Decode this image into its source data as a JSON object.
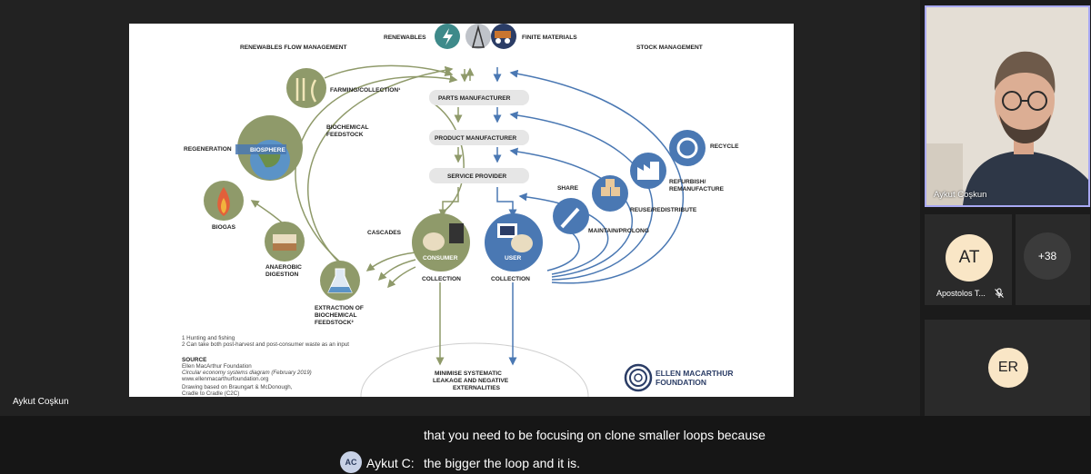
{
  "slide": {
    "top_renewables": "RENEWABLES",
    "top_finite": "FINITE MATERIALS",
    "renewables_flow": "RENEWABLES FLOW MANAGEMENT",
    "stock_management": "STOCK MANAGEMENT",
    "parts_manufacturer": "PARTS MANUFACTURER",
    "product_manufacturer": "PRODUCT MANUFACTURER",
    "service_provider": "SERVICE PROVIDER",
    "farming": "FARMING/COLLECTION¹",
    "biochemical_feedstock_1": "BIOCHEMICAL",
    "biochemical_feedstock_2": "FEEDSTOCK",
    "regeneration": "REGENERATION",
    "biosphere": "BIOSPHERE",
    "biogas": "BIOGAS",
    "anaerobic_1": "ANAEROBIC",
    "anaerobic_2": "DIGESTION",
    "cascades": "CASCADES",
    "consumer": "CONSUMER",
    "user": "USER",
    "collection_left": "COLLECTION",
    "collection_right": "COLLECTION",
    "extraction_1": "EXTRACTION OF",
    "extraction_2": "BIOCHEMICAL",
    "extraction_3": "FEEDSTOCK²",
    "share": "SHARE",
    "maintain": "MAINTAIN/PROLONG",
    "reuse": "REUSE/REDISTRIBUTE",
    "refurbish_1": "REFURBISH/",
    "refurbish_2": "REMANUFACTURE",
    "recycle": "RECYCLE",
    "minimise_1": "MINIMISE SYSTEMATIC",
    "minimise_2": "LEAKAGE AND NEGATIVE",
    "minimise_3": "EXTERNALITIES",
    "footnote_1": "1 Hunting and fishing",
    "footnote_2": "2 Can take both post-harvest and post-consumer waste as an input",
    "source_title": "SOURCE",
    "source_1": "Ellen MacArthur Foundation",
    "source_2": "Circular economy systems diagram (February 2019)",
    "source_3": "www.ellenmacarthurfoundation.org",
    "source_4": "Drawing based on Braungart & McDonough,",
    "source_5": "Cradle to Cradle (C2C)",
    "logo_1": "ELLEN MACARTHUR",
    "logo_2": "FOUNDATION"
  },
  "colors": {
    "bio_green": "#8f9a6a",
    "tech_blue": "#4a78b3",
    "dark_blue": "#2b3d66"
  },
  "presenter": {
    "name": "Aykut Coşkun"
  },
  "video_tile": {
    "name": "Aykut Coşkun"
  },
  "participants": [
    {
      "initials": "AT",
      "name": "Apostolos T...",
      "muted": true
    },
    {
      "initials": "ER",
      "name": ""
    }
  ],
  "more_count": "+38",
  "captions": {
    "line1": "that you need to be focusing on clone smaller loops because",
    "speaker_initials": "AC",
    "speaker_label": "Aykut C:",
    "line2": "the bigger the loop and it is."
  }
}
